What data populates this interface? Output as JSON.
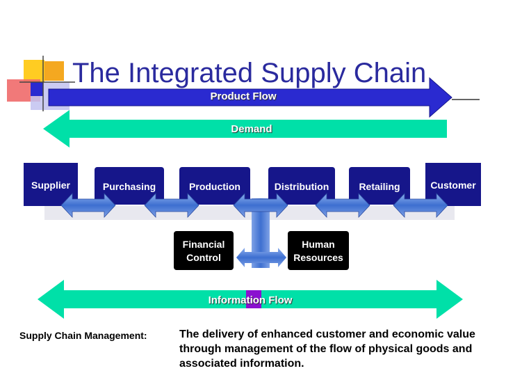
{
  "slide": {
    "title": "The Integrated Supply Chain",
    "product_flow_label": "Product Flow",
    "demand_label": "Demand",
    "information_flow_label": "Information Flow",
    "chain": [
      {
        "label": "Supplier"
      },
      {
        "label": "Purchasing"
      },
      {
        "label": "Production"
      },
      {
        "label": "Distribution"
      },
      {
        "label": "Retailing"
      },
      {
        "label": "Customer"
      }
    ],
    "support": [
      {
        "line1": "Financial",
        "line2": "Control"
      },
      {
        "line1": "Human",
        "line2": "Resources"
      }
    ],
    "definition_label": "Supply Chain Management:",
    "definition_lines": [
      "The delivery of enhanced customer and economic value",
      "through management of the flow of physical goods and",
      "associated information."
    ]
  },
  "colors": {
    "navy": "#16168a",
    "product_arrow": "#2a2ad0",
    "teal": "#00e0a8",
    "connector": "#4a7dd8",
    "purple_accent": "#8b10d0",
    "title": "#2a2a9e"
  }
}
